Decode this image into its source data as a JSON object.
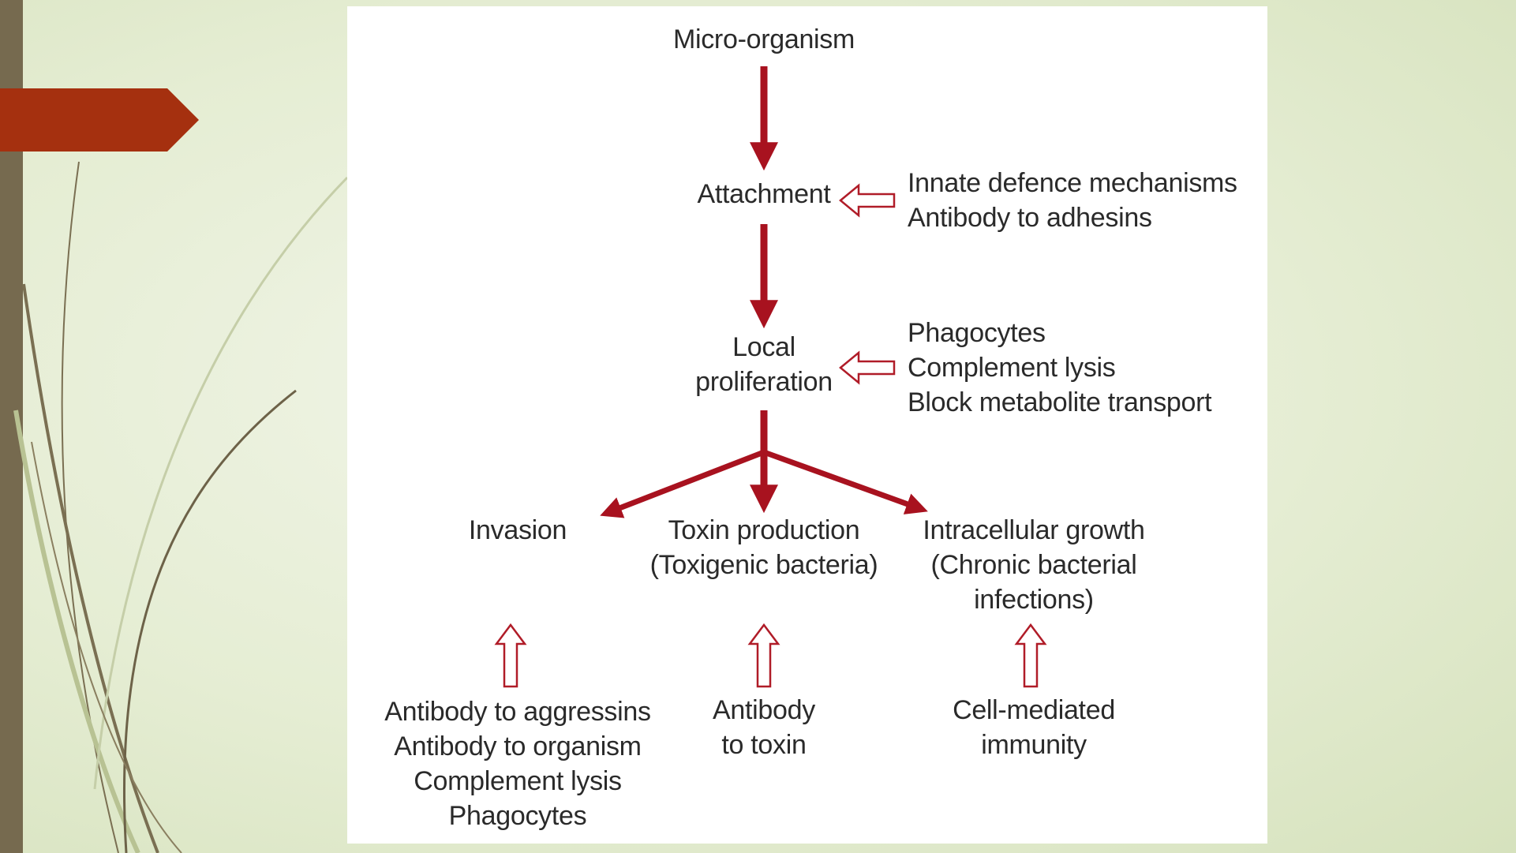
{
  "diagram": {
    "top_node": "Micro-organism",
    "attachment": {
      "label": "Attachment",
      "defences": [
        "Innate defence mechanisms",
        "Antibody to adhesins"
      ]
    },
    "proliferation": {
      "label_line1": "Local",
      "label_line2": "proliferation",
      "defences": [
        "Phagocytes",
        "Complement lysis",
        "Block metabolite transport"
      ]
    },
    "outcomes": {
      "invasion": {
        "label": "Invasion",
        "defences": [
          "Antibody to aggressins",
          "Antibody to organism",
          "Complement lysis",
          "Phagocytes"
        ]
      },
      "toxin": {
        "label_line1": "Toxin production",
        "label_line2": "(Toxigenic bacteria)",
        "defences": [
          "Antibody",
          "to toxin"
        ]
      },
      "intracellular": {
        "label_line1": "Intracellular growth",
        "label_line2": "(Chronic bacterial",
        "label_line3": "infections)",
        "defences": [
          "Cell-mediated",
          "immunity"
        ]
      }
    }
  },
  "colors": {
    "arrow_red": "#a8121f",
    "banner": "#a5300f",
    "side_bar": "#766a4f"
  }
}
